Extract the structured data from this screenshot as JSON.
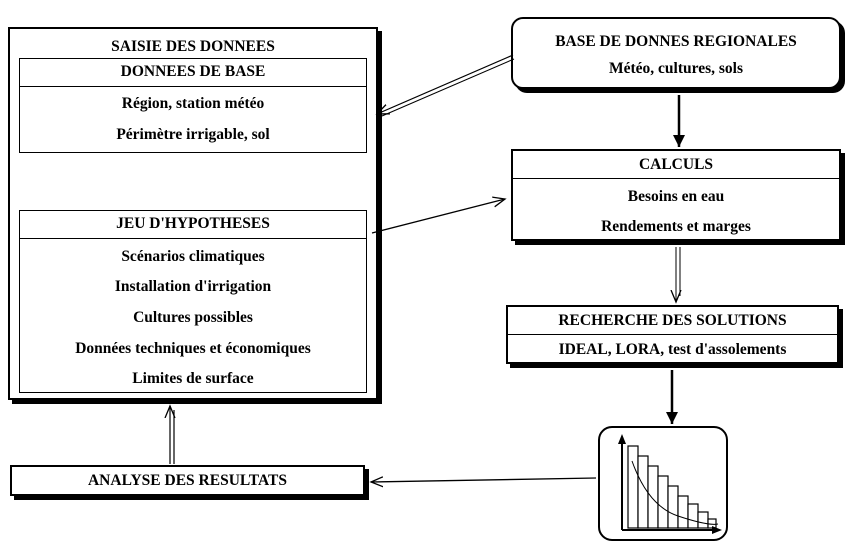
{
  "saisie": {
    "title": "SAISIE DES DONNEES",
    "base_header": "DONNEES DE BASE",
    "base_items": [
      "Région, station météo",
      "Périmètre irrigable, sol"
    ],
    "hyp_header": "JEU D'HYPOTHESES",
    "hyp_items": [
      "Scénarios climatiques",
      "Installation d'irrigation",
      "Cultures possibles",
      "Données techniques et économiques",
      "Limites de surface"
    ]
  },
  "base_regionale": {
    "title": "BASE DE DONNES REGIONALES",
    "subtitle": "Météo, cultures, sols"
  },
  "calculs": {
    "title": "CALCULS",
    "items": [
      "Besoins en eau",
      "Rendements et marges"
    ]
  },
  "recherche": {
    "title": "RECHERCHE DES SOLUTIONS",
    "subtitle": "IDEAL, LORA, test d'assolements"
  },
  "analyse": {
    "title": "ANALYSE DES RESULTATS"
  },
  "icons": {
    "result_chart": "bar-chart-with-curve-icon"
  }
}
